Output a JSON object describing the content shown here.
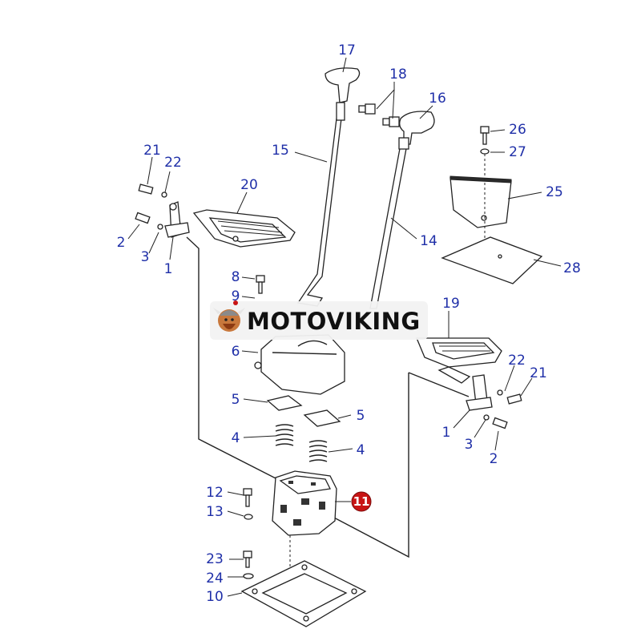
{
  "watermark": {
    "text": "MOTOVIKING"
  },
  "highlighted_part": "11",
  "callouts": {
    "c17": "17",
    "c18": "18",
    "c16": "16",
    "c15": "15",
    "c14": "14",
    "c26": "26",
    "c27": "27",
    "c25": "25",
    "c28": "28",
    "c21a": "21",
    "c22a": "22",
    "c20": "20",
    "c2a": "2",
    "c3a": "3",
    "c1a": "1",
    "c8": "8",
    "c9": "9",
    "c6": "6",
    "c19": "19",
    "c22b": "22",
    "c21b": "21",
    "c1b": "1",
    "c3b": "3",
    "c2b": "2",
    "c5a": "5",
    "c5b": "5",
    "c4a": "4",
    "c4b": "4",
    "c12": "12",
    "c13": "13",
    "c23": "23",
    "c24": "24",
    "c10": "10"
  },
  "colors": {
    "callout": "#1f2fa8",
    "highlight": "#c81414",
    "line": "#222222"
  }
}
